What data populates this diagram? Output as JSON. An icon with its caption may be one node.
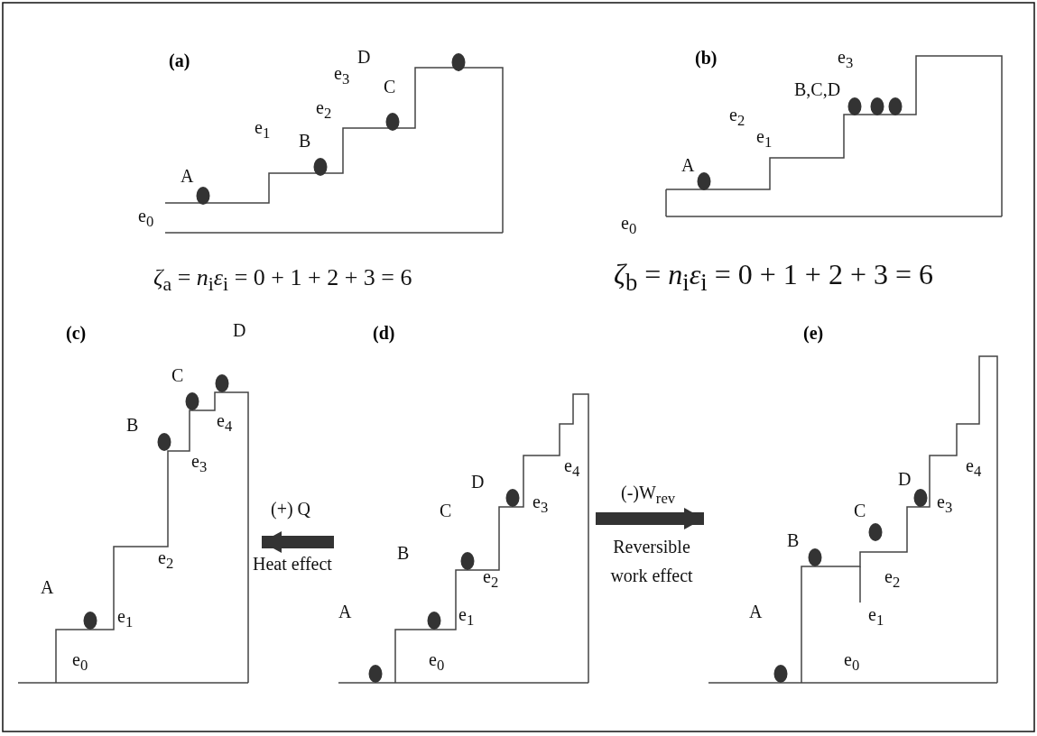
{
  "diagram": {
    "nodes": [
      {
        "text": [
          "(a)"
        ]
      },
      {
        "text": [
          "(b)"
        ]
      },
      {
        "text": [
          "(c)"
        ]
      },
      {
        "text": [
          "(d)"
        ]
      },
      {
        "text": [
          "(e)"
        ]
      }
    ],
    "edges": [
      {
        "from": 3,
        "to": 2,
        "arrow": "to",
        "label": "(+) Q"
      },
      {
        "from": 3,
        "to": 4,
        "arrow": "to",
        "label": "(-)W$_{rev}$"
      }
    ],
    "labels": [
      "D",
      "e$_{3}$",
      "C",
      "e$_{2}$",
      "e$_{1}$",
      "B",
      "A",
      "e$_{0}$",
      "e$_{3}$",
      "B,C,D",
      "e$_{2}$",
      "e$_{1}$",
      "A",
      "e$_{0}$",
      "*ζ*$_{a}$ = *n*$_{i}$*ε*$_{i}$ = 0 + 1 + 2 + 3 = 6",
      "*ζ*$_{b}$ = *n*$_{i}$*ε*$_{i}$ = 0 + 1 + 2 + 3 = 6",
      "D",
      "C",
      "e$_{4}$",
      "B",
      "e$_{3}$",
      "e$_{2}$",
      "A",
      "e$_{1}$",
      "e$_{0}$",
      "D",
      "C",
      "e$_{4}$",
      "e$_{3}$",
      "B",
      "e$_{2}$",
      "e$_{1}$",
      "A",
      "e$_{0}$",
      "D",
      "C",
      "e$_{4}$",
      "e$_{3}$",
      "B",
      "e$_{2}$",
      "e$_{1}$",
      "A",
      "e$_{0}$",
      "Heat effect",
      "Reversible work effect"
    ]
  }
}
